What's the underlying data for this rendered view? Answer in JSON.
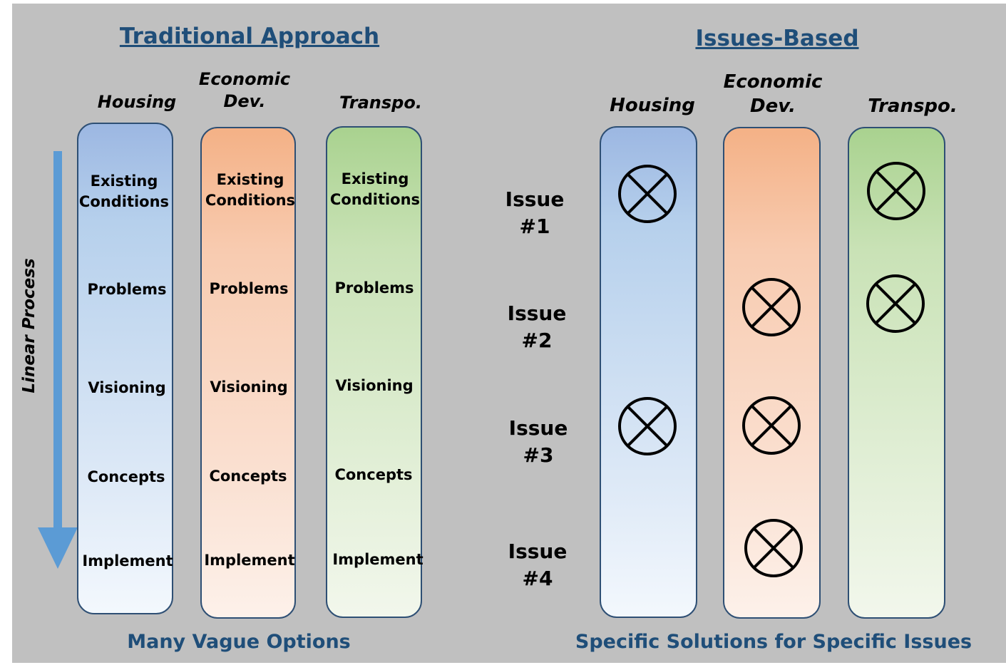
{
  "traditional": {
    "title": "Traditional Approach",
    "process_label": "Linear Process",
    "footer": "Many Vague Options",
    "columns": [
      {
        "category": "Housing",
        "color": "#b6d0ec"
      },
      {
        "category_line1": "Economic",
        "category_line2": "Dev.",
        "color": "#f8cbb0"
      },
      {
        "category": "Transpo.",
        "color": "#c9e2b6"
      }
    ],
    "steps": [
      {
        "line1": "Existing",
        "line2": "Conditions"
      },
      {
        "label": "Problems"
      },
      {
        "label": "Visioning"
      },
      {
        "label": "Concepts"
      },
      {
        "label": "Implement"
      }
    ]
  },
  "issues_based": {
    "title": "Issues-Based",
    "footer": "Specific Solutions for Specific Issues",
    "columns": [
      {
        "category": "Housing"
      },
      {
        "category_line1": "Economic",
        "category_line2": "Dev."
      },
      {
        "category": "Transpo."
      }
    ],
    "issues": [
      {
        "line1": "Issue",
        "line2": "#1"
      },
      {
        "line1": "Issue",
        "line2": "#2"
      },
      {
        "line1": "Issue",
        "line2": "#3"
      },
      {
        "line1": "Issue",
        "line2": "#4"
      }
    ],
    "marks": [
      {
        "column": "Housing",
        "issue": "#1"
      },
      {
        "column": "Housing",
        "issue": "#3"
      },
      {
        "column": "Economic Dev.",
        "issue": "#2"
      },
      {
        "column": "Economic Dev.",
        "issue": "#3"
      },
      {
        "column": "Economic Dev.",
        "issue": "#4"
      },
      {
        "column": "Transpo.",
        "issue": "#1"
      },
      {
        "column": "Transpo.",
        "issue": "#2"
      }
    ]
  },
  "colors": {
    "heading": "#1f4e79",
    "arrow": "#5b9bd5",
    "background": "#c0c0c0",
    "column_border": "#2e4f74"
  },
  "icons": {
    "mark": "circled-x-icon",
    "arrow": "arrow-down-icon"
  }
}
